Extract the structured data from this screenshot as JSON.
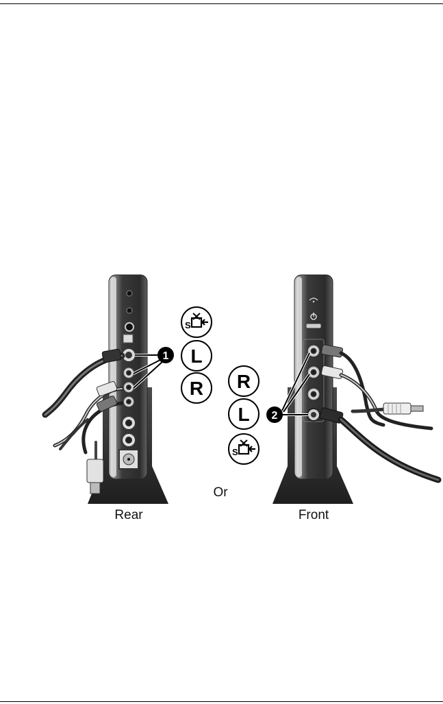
{
  "figure": {
    "rear_caption": "Rear",
    "front_caption": "Front",
    "or_label": "Or",
    "callouts": [
      "1",
      "2"
    ],
    "rear_symbols": [
      {
        "kind": "icon",
        "icon": "s-video-in-icon",
        "label": "S"
      },
      {
        "kind": "text",
        "label": "L"
      },
      {
        "kind": "text",
        "label": "R"
      }
    ],
    "front_symbols": [
      {
        "kind": "text",
        "label": "R"
      },
      {
        "kind": "text",
        "label": "L"
      },
      {
        "kind": "icon",
        "icon": "s-video-in-icon",
        "label": "S"
      }
    ]
  }
}
